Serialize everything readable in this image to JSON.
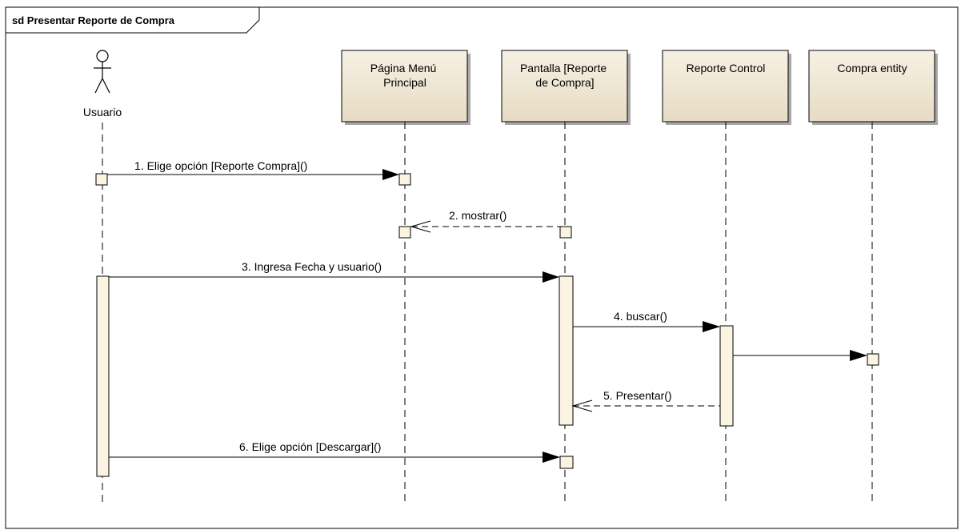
{
  "frame": {
    "title": "sd Presentar Reporte de Compra"
  },
  "actor": {
    "label": "Usuario"
  },
  "objects": [
    {
      "label_lines": [
        "Página Menú",
        "Principal"
      ]
    },
    {
      "label_lines": [
        "Pantalla [Reporte",
        "de Compra]"
      ]
    },
    {
      "label_lines": [
        "Reporte Control"
      ]
    },
    {
      "label_lines": [
        "Compra entity"
      ]
    }
  ],
  "messages": [
    {
      "label": "1. Elige opción [Reporte Compra]()",
      "kind": "sync"
    },
    {
      "label": "2. mostrar()",
      "kind": "return"
    },
    {
      "label": "3. Ingresa Fecha y usuario()",
      "kind": "sync"
    },
    {
      "label": "4. buscar()",
      "kind": "sync"
    },
    {
      "label": "",
      "kind": "sync"
    },
    {
      "label": "5. Presentar()",
      "kind": "return"
    },
    {
      "label": "6. Elige opción [Descargar]()",
      "kind": "sync"
    }
  ],
  "colors": {
    "box_fill_top": "#f7f1e4",
    "box_fill_bottom": "#e6dcc4",
    "activation_fill": "#fbf4e3",
    "line": "#000000",
    "shadow": "#a0a0a0"
  }
}
